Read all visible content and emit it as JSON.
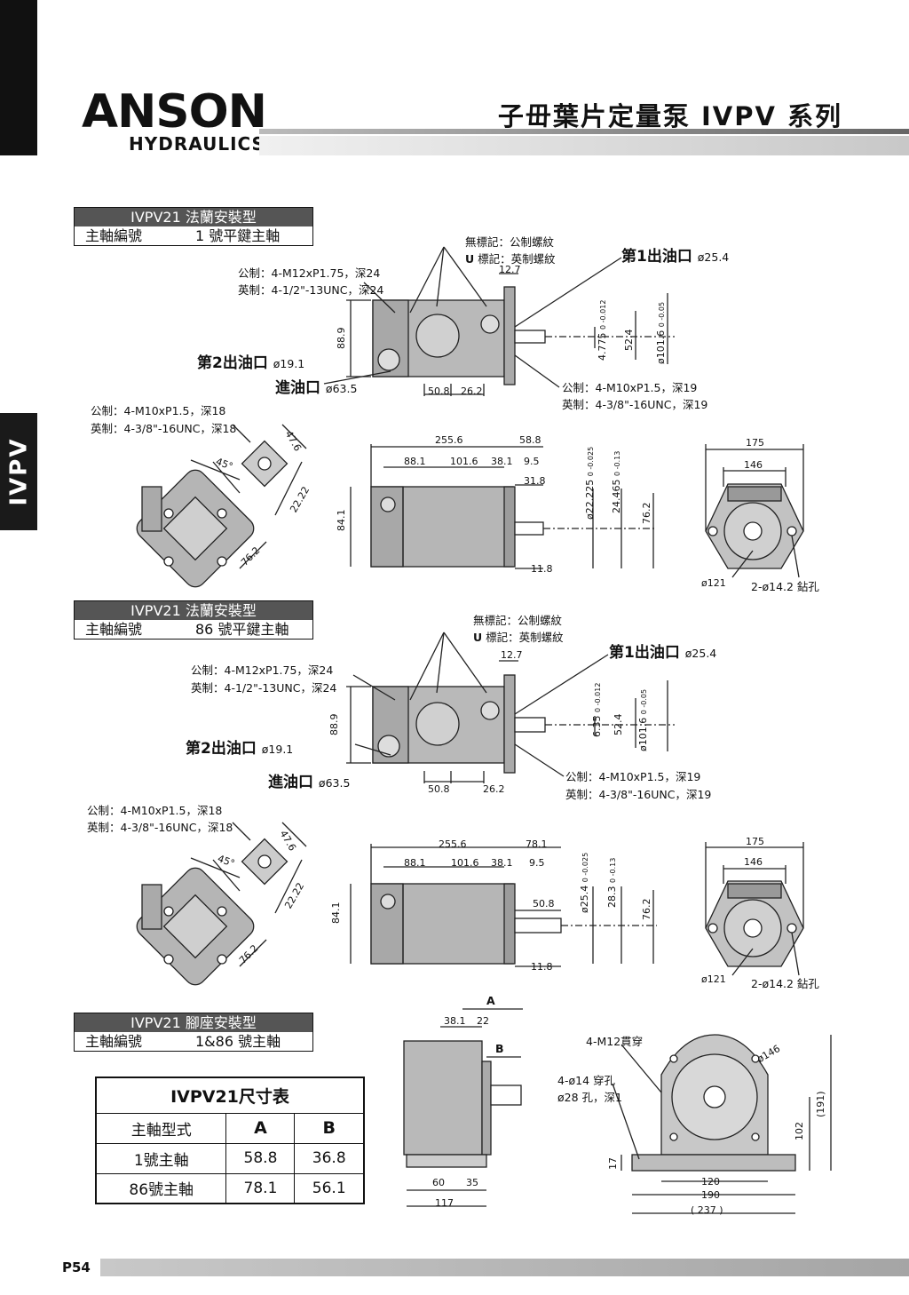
{
  "brand": {
    "name": "ANSON",
    "sub": "HYDRAULICS"
  },
  "header": {
    "title": "子毌葉片定量泵 IVPV 系列"
  },
  "side_tab": "IVPV",
  "page_no": "P54",
  "common": {
    "no_mark": "無標記：公制螺紋",
    "u_mark_u": "U",
    "u_mark": " 標記：英制螺紋",
    "out1": "第1出油口",
    "out1_dia": "ø25.4",
    "out2": "第2出油口",
    "out2_dia": "ø19.1",
    "inlet": "進油口",
    "inlet_dia": "ø63.5",
    "m12_metric": "公制：4-M12xP1.75，深24",
    "m12_inch": "英制：4-1/2\"-13UNC，深24",
    "m10_metric": "公制：4-M10xP1.5，深19",
    "m10_inch": "英制：4-3/8\"-16UNC，深19",
    "m10b_metric": "公制：4-M10xP1.5，深18",
    "m10b_inch": "英制：4-3/8\"-16UNC，深18",
    "holes": "2-ø14.2 鉆孔"
  },
  "sections": [
    {
      "title": "IVPV21 法蘭安裝型",
      "label": "主軸編號",
      "value": "1 號平鍵主軸"
    },
    {
      "title": "IVPV21 法蘭安裝型",
      "label": "主軸編號",
      "value": "86 號平鍵主軸"
    },
    {
      "title": "IVPV21 腳座安裝型",
      "label": "主軸編號",
      "value": "1&86 號主軸"
    }
  ],
  "dims1": {
    "d12_7": "12.7",
    "d88_9": "88.9",
    "d50_8": "50.8",
    "d26_2": "26.2",
    "key": "4.775",
    "key_tol": "0 -0.012",
    "d52_4": "52.4",
    "pilot": "ø101.6",
    "pilot_tol": "0 -0.05",
    "d47_6": "47.6",
    "d22_22": "22.22",
    "d45": "45°",
    "d76_2": "76.2",
    "d255_6": "255.6",
    "d58_8": "58.8",
    "d88_1": "88.1",
    "d101_6": "101.6",
    "d38_1": "38.1",
    "d9_5": "9.5",
    "d31_8": "31.8",
    "d84_1": "84.1",
    "d11_8": "11.8",
    "shaft": "ø22.225",
    "shaft_tol": "0 -0.025",
    "d24_465": "24.465",
    "d24_tol": "0 -0.13",
    "d76_2b": "76.2",
    "d175": "175",
    "d146": "146",
    "d121": "ø121"
  },
  "dims2": {
    "d12_7": "12.7",
    "d88_9": "88.9",
    "d50_8": "50.8",
    "d26_2": "26.2",
    "key": "6.35",
    "key_tol": "0 -0.012",
    "d52_4": "52.4",
    "pilot": "ø101.6",
    "pilot_tol": "0 -0.05",
    "d47_6": "47.6",
    "d22_22": "22.22",
    "d45": "45°",
    "d76_2": "76.2",
    "d255_6": "255.6",
    "d78_1": "78.1",
    "d88_1": "88.1",
    "d101_6": "101.6",
    "d38_1": "38.1",
    "d9_5": "9.5",
    "d50_8b": "50.8",
    "d84_1": "84.1",
    "d11_8": "11.8",
    "shaft": "ø25.4",
    "shaft_tol": "0 -0.025",
    "d28_3": "28.3",
    "d28_tol": "0 -0.13",
    "d76_2b": "76.2",
    "d175": "175",
    "d146": "146",
    "d121": "ø121"
  },
  "foot": {
    "A": "A",
    "B": "B",
    "d38_1": "38.1",
    "d22": "22",
    "d60": "60",
    "d35": "35",
    "d117": "117",
    "m12": "4-M12貫穿",
    "h14": "4-ø14 穿孔",
    "h28": "ø28 孔，深1",
    "d146": "ø146",
    "d17": "17",
    "d102": "102",
    "d191": "(191)",
    "d120": "120",
    "d190": "190",
    "d237": "( 237 )"
  },
  "table": {
    "caption": "IVPV21尺寸表",
    "headers": [
      "主軸型式",
      "A",
      "B"
    ],
    "rows": [
      [
        "1號主軸",
        "58.8",
        "36.8"
      ],
      [
        "86號主軸",
        "78.1",
        "56.1"
      ]
    ]
  }
}
